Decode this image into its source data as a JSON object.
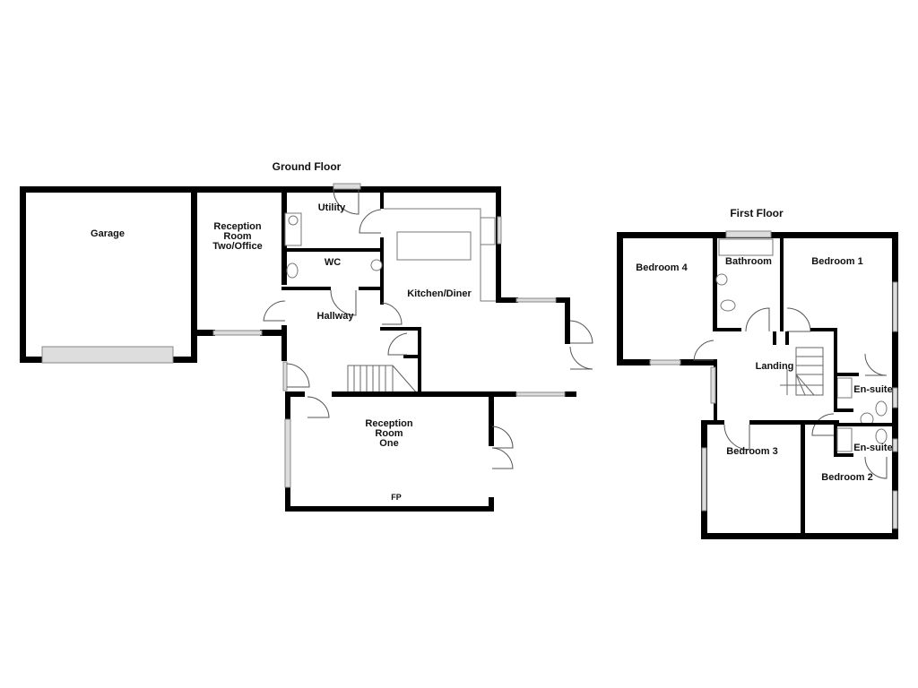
{
  "floor_plan": {
    "ground_floor": {
      "title": "Ground Floor",
      "rooms": {
        "garage": "Garage",
        "reception_two": [
          "Reception",
          "Room",
          "Two/Office"
        ],
        "utility": "Utility",
        "wc": "WC",
        "hallway": "Hallway",
        "kitchen_diner": "Kitchen/Diner",
        "reception_one": [
          "Reception",
          "Room",
          "One"
        ],
        "fireplace": "FP"
      }
    },
    "first_floor": {
      "title": "First Floor",
      "rooms": {
        "bedroom_4": "Bedroom 4",
        "bathroom": "Bathroom",
        "bedroom_1": "Bedroom 1",
        "landing": "Landing",
        "ensuite_1": "En-suite",
        "ensuite_2": "En-suite",
        "bedroom_3": "Bedroom 3",
        "bedroom_2": "Bedroom 2"
      }
    },
    "colors": {
      "wall": "#000000",
      "window": "#dddddd",
      "fixture": "#777777",
      "background": "#ffffff"
    }
  }
}
